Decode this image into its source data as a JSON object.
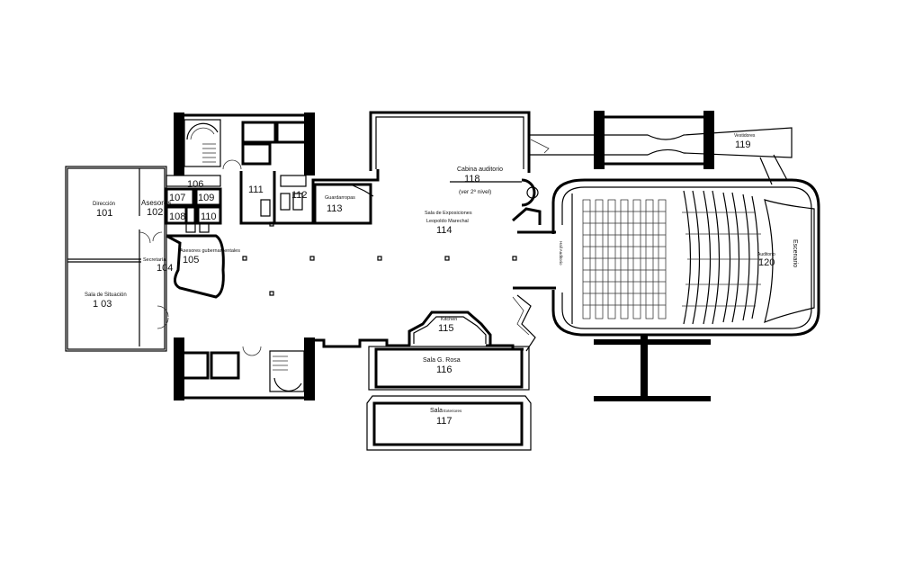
{
  "rooms": {
    "r101": {
      "name": "Dirección",
      "number": "101"
    },
    "r102": {
      "name": "Asesores",
      "number": "102"
    },
    "r103": {
      "name": "Sala de Situación",
      "number": "1 03"
    },
    "r104": {
      "name": "Secretaría",
      "number": "104"
    },
    "r105": {
      "name": "Asesores gubernamentales",
      "number": "105"
    },
    "r106": {
      "number": "106"
    },
    "r107": {
      "number": "107"
    },
    "r108": {
      "number": "108"
    },
    "r109": {
      "number": "109"
    },
    "r110": {
      "number": "110"
    },
    "r111": {
      "number": "111"
    },
    "r112": {
      "number": "112"
    },
    "r113": {
      "name": "Guardarropas",
      "number": "113"
    },
    "r114": {
      "name_line1": "Sala de Exposiciones",
      "name_line2": "Leopoldo Marechal",
      "number": "114"
    },
    "r115": {
      "name": "Kitchen",
      "number": "115"
    },
    "r116": {
      "name": "Sala G. Rosa",
      "number": "116"
    },
    "r117": {
      "name": "Sala",
      "name_suffix": "Exteriores",
      "number": "117"
    },
    "r118": {
      "name": "Cabina auditorio",
      "number": "118",
      "note": "(ver 2º nivel)"
    },
    "r119": {
      "name": "Vestidores",
      "number": "119"
    },
    "r120": {
      "name": "Auditorio",
      "number": "120"
    }
  },
  "labels": {
    "stage": "Escenario",
    "foyer": "Hall Auditorio"
  }
}
